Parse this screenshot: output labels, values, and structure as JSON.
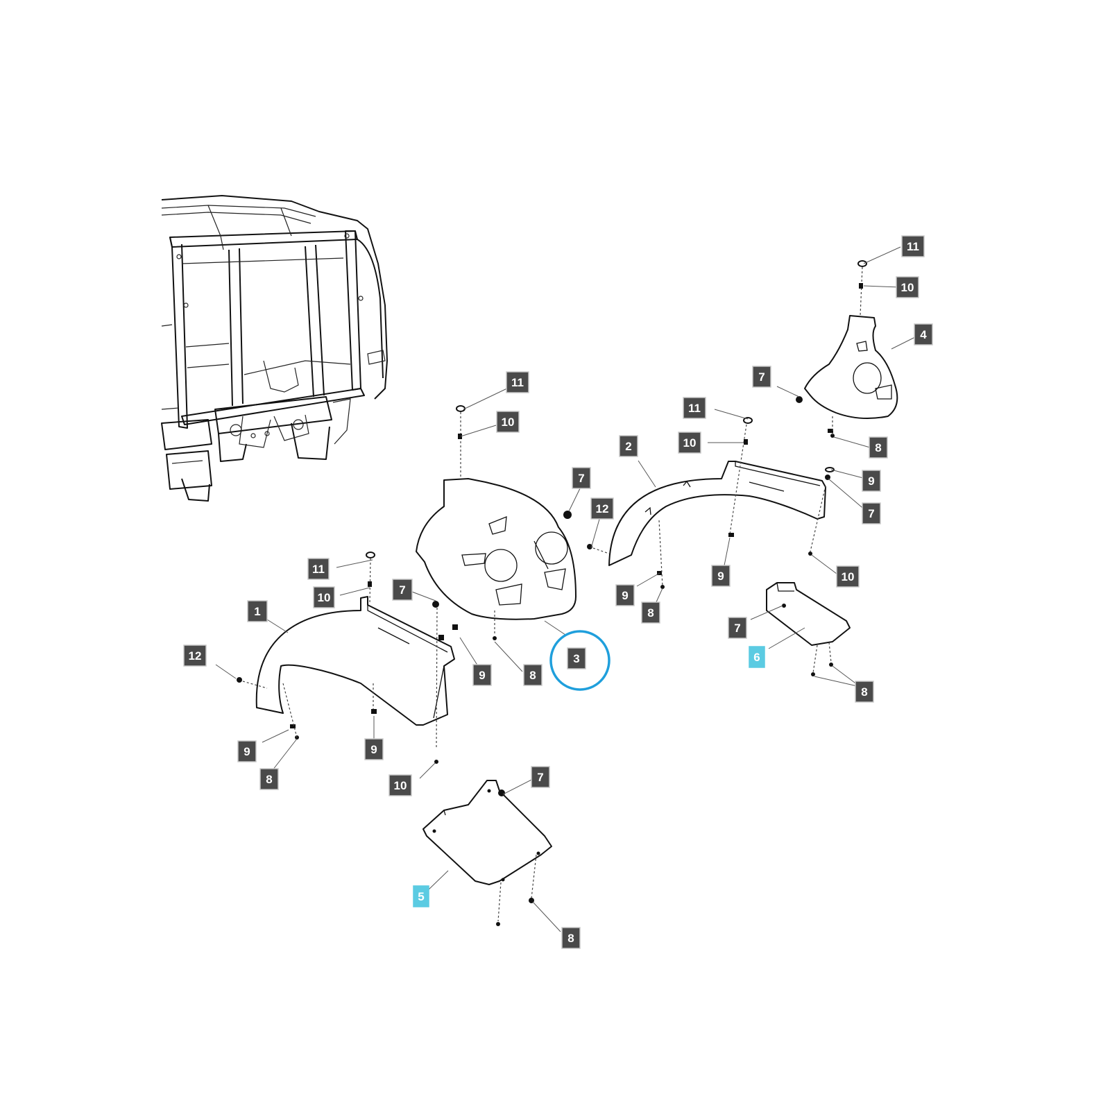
{
  "callouts": [
    {
      "id": "c11-left",
      "text": "11"
    },
    {
      "id": "c10-left",
      "text": "10"
    },
    {
      "id": "c7-left",
      "text": "7"
    },
    {
      "id": "c1",
      "text": "1"
    },
    {
      "id": "c12-left",
      "text": "12"
    },
    {
      "id": "c9-left-a",
      "text": "9"
    },
    {
      "id": "c8-left",
      "text": "8"
    },
    {
      "id": "c9-left-b",
      "text": "9"
    },
    {
      "id": "c10-left-bottom",
      "text": "10"
    },
    {
      "id": "c9-mid",
      "text": "9"
    },
    {
      "id": "c8-mid",
      "text": "8"
    },
    {
      "id": "c3",
      "text": "3"
    },
    {
      "id": "c11-mid",
      "text": "11"
    },
    {
      "id": "c10-mid",
      "text": "10"
    },
    {
      "id": "c7-mid",
      "text": "7"
    },
    {
      "id": "c12-mid",
      "text": "12"
    },
    {
      "id": "c2",
      "text": "2"
    },
    {
      "id": "c11-right",
      "text": "11"
    },
    {
      "id": "c10-right",
      "text": "10"
    },
    {
      "id": "c9-right-a",
      "text": "9"
    },
    {
      "id": "c8-right-a",
      "text": "8"
    },
    {
      "id": "c9-right-b",
      "text": "9"
    },
    {
      "id": "c11-far",
      "text": "11"
    },
    {
      "id": "c10-far",
      "text": "10"
    },
    {
      "id": "c4",
      "text": "4"
    },
    {
      "id": "c7-far",
      "text": "7"
    },
    {
      "id": "c8-far",
      "text": "8"
    },
    {
      "id": "c9-far",
      "text": "9"
    },
    {
      "id": "c7-far-b",
      "text": "7"
    },
    {
      "id": "c10-far-b",
      "text": "10"
    },
    {
      "id": "c7-plate6",
      "text": "7"
    },
    {
      "id": "c6",
      "text": "6"
    },
    {
      "id": "c8-plate6",
      "text": "8"
    },
    {
      "id": "c7-plate5",
      "text": "7"
    },
    {
      "id": "c5",
      "text": "5"
    },
    {
      "id": "c8-plate5",
      "text": "8"
    }
  ],
  "highlighted_parts": [
    "5",
    "6"
  ],
  "circled_part": "3",
  "colors": {
    "callout": "#4a4a4a",
    "highlight": "#5bcbe2",
    "ring": "#1f9fdc"
  }
}
